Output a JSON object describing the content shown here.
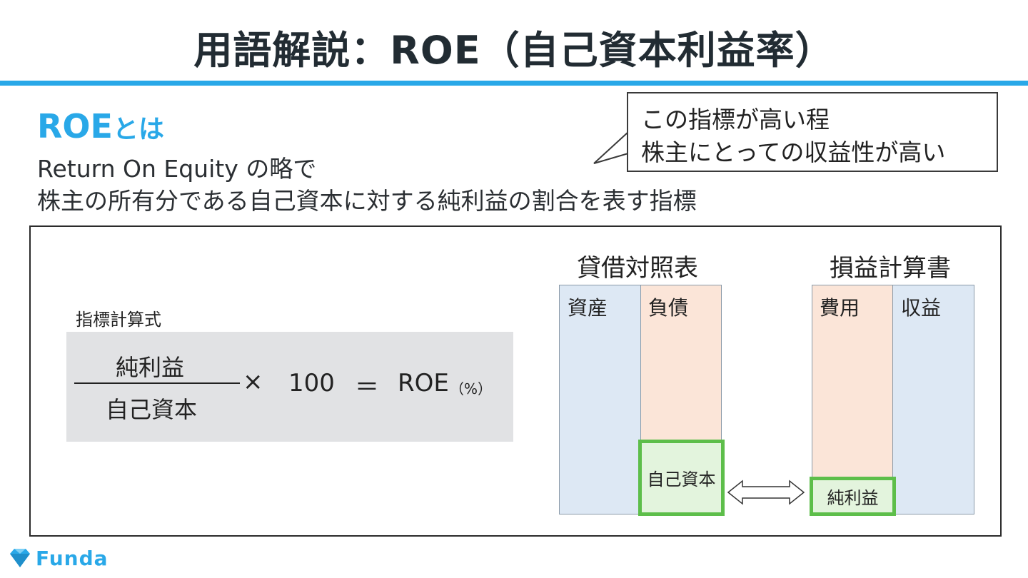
{
  "slide": {
    "title": "用語解説：ROE（自己資本利益率）",
    "heading_main": "ROE",
    "heading_suffix": "とは",
    "desc_line1": "Return On Equity の略で",
    "desc_line2": "株主の所有分である自己資本に対する純利益の割合を表す指標",
    "callout_line1": "この指標が高い程",
    "callout_line2": "株主にとっての収益性が高い"
  },
  "formula": {
    "label": "指標計算式",
    "numerator": "純利益",
    "denominator": "自己資本",
    "times": "×",
    "multiplier": "100",
    "equals": "＝",
    "result": "ROE",
    "unit": "（%）"
  },
  "balance_sheet": {
    "title": "貸借対照表",
    "left_label": "資産",
    "right_label": "負債",
    "highlight_label": "自己資本"
  },
  "income_statement": {
    "title": "損益計算書",
    "left_label": "費用",
    "right_label": "収益",
    "highlight_label": "純利益"
  },
  "brand": {
    "name": "Funda"
  },
  "colors": {
    "accent_blue": "#29a8e8",
    "asset_blue": "#dde8f4",
    "liability_orange": "#fbe5d8",
    "equity_green": "#5dbe4a",
    "formula_gray": "#e1e2e4"
  }
}
